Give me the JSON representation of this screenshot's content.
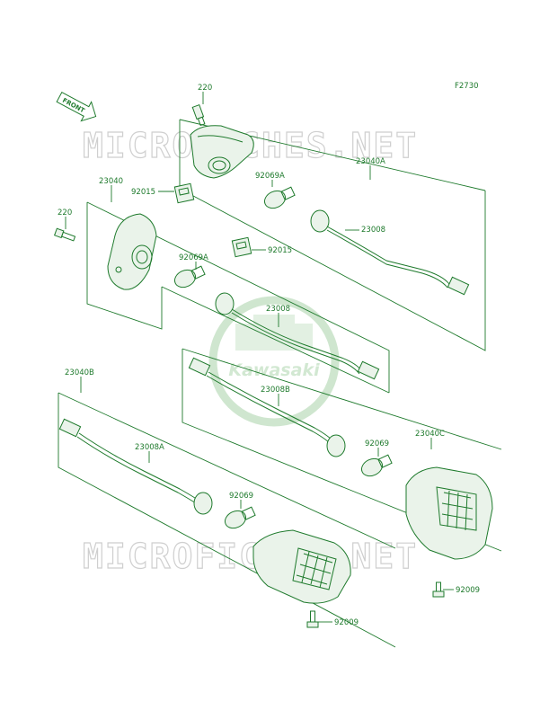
{
  "figure_code": "F2730",
  "front_arrow": {
    "label": "FRONT"
  },
  "watermark": {
    "text": "MICROFICHES.NET",
    "logo_text": "Kawasaki"
  },
  "callouts": [
    {
      "id": "c-220-top",
      "text": "220"
    },
    {
      "id": "c-23040a",
      "text": "23040A"
    },
    {
      "id": "c-92069a-top",
      "text": "92069A"
    },
    {
      "id": "c-23008-top",
      "text": "23008"
    },
    {
      "id": "c-23040",
      "text": "23040"
    },
    {
      "id": "c-92015-left",
      "text": "92015"
    },
    {
      "id": "c-220-left",
      "text": "220"
    },
    {
      "id": "c-92015-right",
      "text": "92015"
    },
    {
      "id": "c-92069a-mid",
      "text": "92069A"
    },
    {
      "id": "c-23008-mid",
      "text": "23008"
    },
    {
      "id": "c-23040b",
      "text": "23040B"
    },
    {
      "id": "c-23008b",
      "text": "23008B"
    },
    {
      "id": "c-92069-right",
      "text": "92069"
    },
    {
      "id": "c-23040c",
      "text": "23040C"
    },
    {
      "id": "c-23008a",
      "text": "23008A"
    },
    {
      "id": "c-92069-left",
      "text": "92069"
    },
    {
      "id": "c-92009-right",
      "text": "92009"
    },
    {
      "id": "c-92009-bottom",
      "text": "92009"
    }
  ]
}
